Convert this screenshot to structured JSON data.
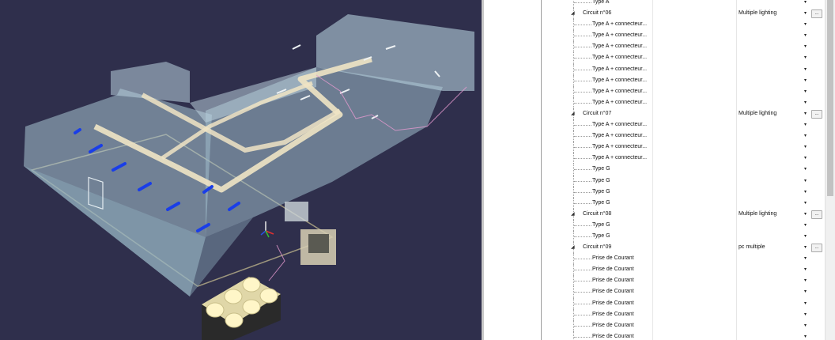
{
  "viewport": {
    "background": "#2f2f4c",
    "scene": "building-3d-model"
  },
  "tree": {
    "rows": [
      {
        "kind": "item",
        "label": "Type A"
      },
      {
        "kind": "circuit",
        "label": "Circuit n°06",
        "value": "Multiple lighting"
      },
      {
        "kind": "item",
        "label": "Type A + connecteur..."
      },
      {
        "kind": "item",
        "label": "Type A + connecteur..."
      },
      {
        "kind": "item",
        "label": "Type A + connecteur..."
      },
      {
        "kind": "item",
        "label": "Type A + connecteur..."
      },
      {
        "kind": "item",
        "label": "Type A + connecteur..."
      },
      {
        "kind": "item",
        "label": "Type A + connecteur..."
      },
      {
        "kind": "item",
        "label": "Type A + connecteur..."
      },
      {
        "kind": "item",
        "label": "Type A + connecteur..."
      },
      {
        "kind": "circuit",
        "label": "Circuit n°07",
        "value": "Multiple lighting"
      },
      {
        "kind": "item",
        "label": "Type A + connecteur..."
      },
      {
        "kind": "item",
        "label": "Type A + connecteur..."
      },
      {
        "kind": "item",
        "label": "Type A + connecteur..."
      },
      {
        "kind": "item",
        "label": "Type A + connecteur..."
      },
      {
        "kind": "item",
        "label": "Type G"
      },
      {
        "kind": "item",
        "label": "Type G"
      },
      {
        "kind": "item",
        "label": "Type G"
      },
      {
        "kind": "item",
        "label": "Type G"
      },
      {
        "kind": "circuit",
        "label": "Circuit n°08",
        "value": "Multiple lighting"
      },
      {
        "kind": "item",
        "label": "Type G"
      },
      {
        "kind": "item",
        "label": "Type G"
      },
      {
        "kind": "circuit",
        "label": "Circuit n°09",
        "value": "pc multiple"
      },
      {
        "kind": "item",
        "label": "Prise de Courant"
      },
      {
        "kind": "item",
        "label": "Prise de Courant"
      },
      {
        "kind": "item",
        "label": "Prise de Courant"
      },
      {
        "kind": "item",
        "label": "Prise de Courant"
      },
      {
        "kind": "item",
        "label": "Prise de Courant"
      },
      {
        "kind": "item",
        "label": "Prise de Courant"
      },
      {
        "kind": "item",
        "label": "Prise de Courant"
      },
      {
        "kind": "item",
        "label": "Prise de Courant"
      }
    ],
    "glyphs": {
      "expand": "◢",
      "dropdown": "▾",
      "ellipsis": "..."
    }
  }
}
